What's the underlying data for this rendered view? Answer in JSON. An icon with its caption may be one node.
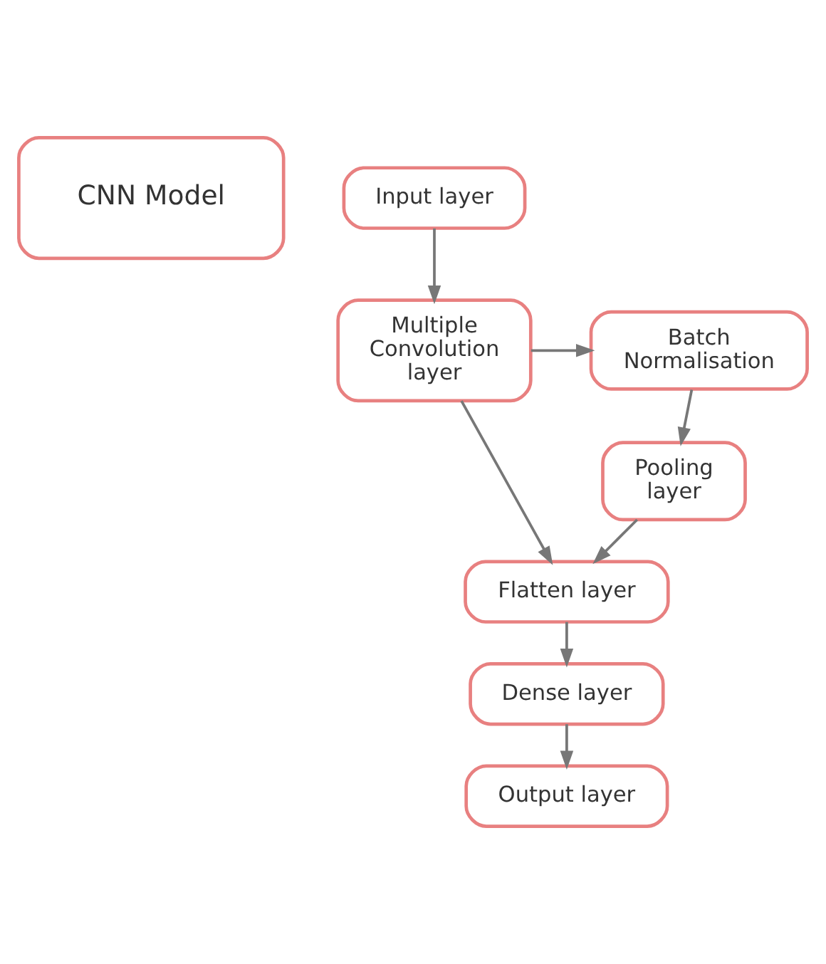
{
  "diagram": {
    "nodes": [
      {
        "text": [
          "CNN Model"
        ]
      },
      {
        "text": [
          "Input layer"
        ]
      },
      {
        "text": [
          "Multiple Convolution layer"
        ]
      },
      {
        "text": [
          "Batch Normalisation"
        ]
      },
      {
        "text": [
          "Pooling layer"
        ]
      },
      {
        "text": [
          "Flatten layer"
        ]
      },
      {
        "text": [
          "Dense layer"
        ]
      },
      {
        "text": [
          "Output layer"
        ]
      }
    ],
    "edges": [
      {
        "from": 1,
        "to": 2,
        "arrow": "to"
      },
      {
        "from": 2,
        "to": 3,
        "arrow": "to"
      },
      {
        "from": 3,
        "to": 4,
        "arrow": "to"
      },
      {
        "from": 2,
        "to": 5,
        "arrow": "to"
      },
      {
        "from": 4,
        "to": 5,
        "arrow": "to"
      },
      {
        "from": 5,
        "to": 6,
        "arrow": "to"
      },
      {
        "from": 6,
        "to": 7,
        "arrow": "to"
      }
    ]
  }
}
